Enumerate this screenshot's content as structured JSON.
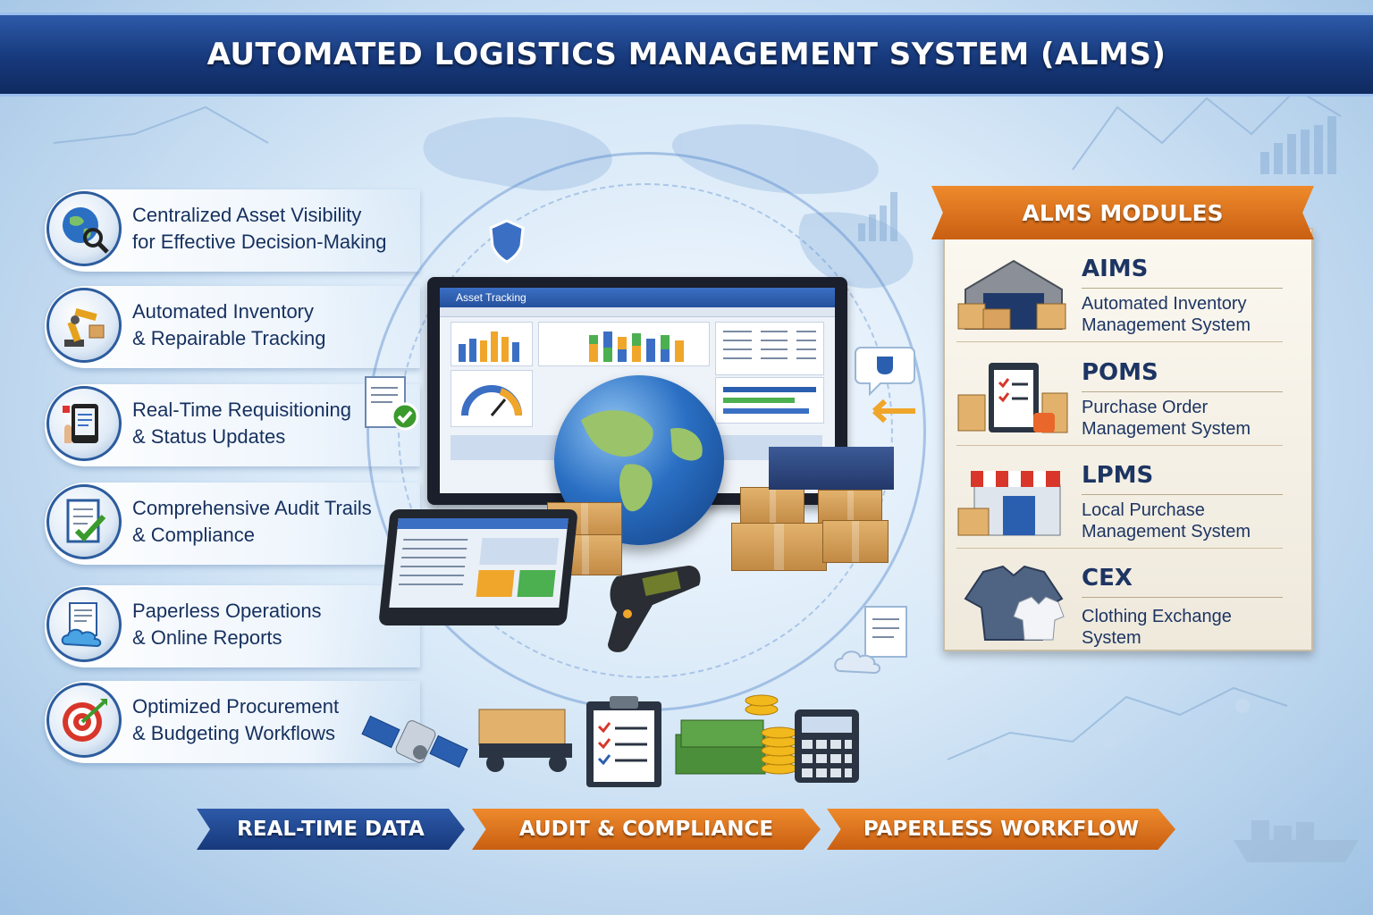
{
  "title": "AUTOMATED LOGISTICS MANAGEMENT SYSTEM (ALMS)",
  "features": [
    {
      "line1": "Centralized Asset Visibility",
      "line2": "for Effective Decision-Making",
      "icon": "globe-magnifier-icon"
    },
    {
      "line1": "Automated Inventory",
      "line2": "& Repairable Tracking",
      "icon": "robot-arm-icon"
    },
    {
      "line1": "Real-Time Requisitioning",
      "line2": "& Status Updates",
      "icon": "handheld-device-icon"
    },
    {
      "line1": "Comprehensive Audit Trails",
      "line2": "& Compliance",
      "icon": "checklist-icon"
    },
    {
      "line1": "Paperless Operations",
      "line2": "& Online Reports",
      "icon": "cloud-document-icon"
    },
    {
      "line1": "Optimized Procurement",
      "line2": "& Budgeting Workflows",
      "icon": "target-icon"
    }
  ],
  "monitor": {
    "app_title": "Asset Tracking"
  },
  "modules_panel": {
    "header": "ALMS MODULES",
    "modules": [
      {
        "code": "AIMS",
        "line1": "Automated Inventory",
        "line2": "Management System",
        "icon": "warehouse-icon"
      },
      {
        "code": "POMS",
        "line1": "Purchase Order",
        "line2": "Management System",
        "icon": "clipboard-icon"
      },
      {
        "code": "LPMS",
        "line1": "Local Purchase",
        "line2": "Management System",
        "icon": "storefront-icon"
      },
      {
        "code": "CEX",
        "line1": "Clothing Exchange System",
        "line2": "",
        "icon": "uniform-icon"
      }
    ]
  },
  "ribbons": {
    "r1": "REAL-TIME DATA",
    "r2": "AUDIT & COMPLIANCE",
    "r3": "PAPERLESS WORKFLOW"
  },
  "colors": {
    "navy": "#17397c",
    "orange": "#e07a22",
    "panel": "#f6f1e6"
  }
}
